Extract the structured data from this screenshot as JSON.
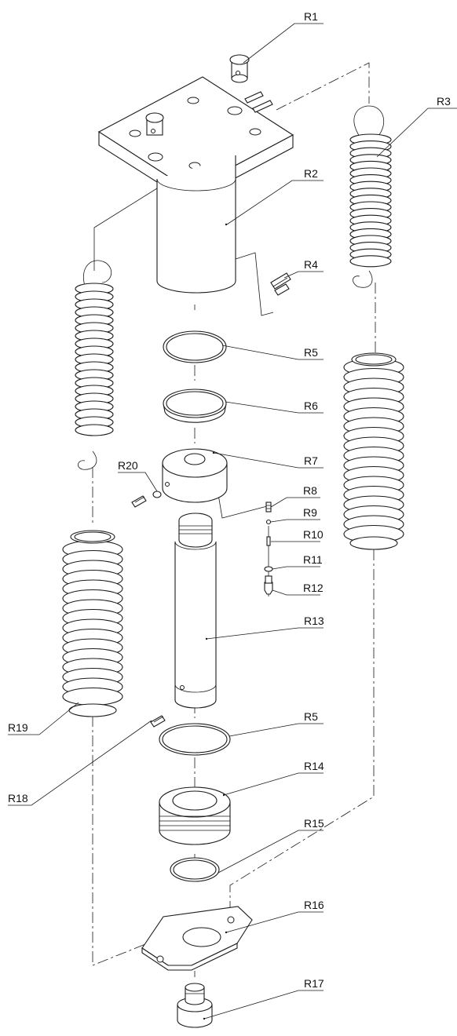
{
  "labels": {
    "R1": "R1",
    "R2": "R2",
    "R3": "R3",
    "R4": "R4",
    "R5": "R5",
    "R5b": "R5",
    "R6": "R6",
    "R7": "R7",
    "R8": "R8",
    "R9": "R9",
    "R10": "R10",
    "R11": "R11",
    "R12": "R12",
    "R13": "R13",
    "R14": "R14",
    "R15": "R15",
    "R16": "R16",
    "R17": "R17",
    "R18": "R18",
    "R19": "R19",
    "R20": "R20"
  },
  "colors": {
    "line": "#1a1a1a",
    "background": "#ffffff"
  }
}
